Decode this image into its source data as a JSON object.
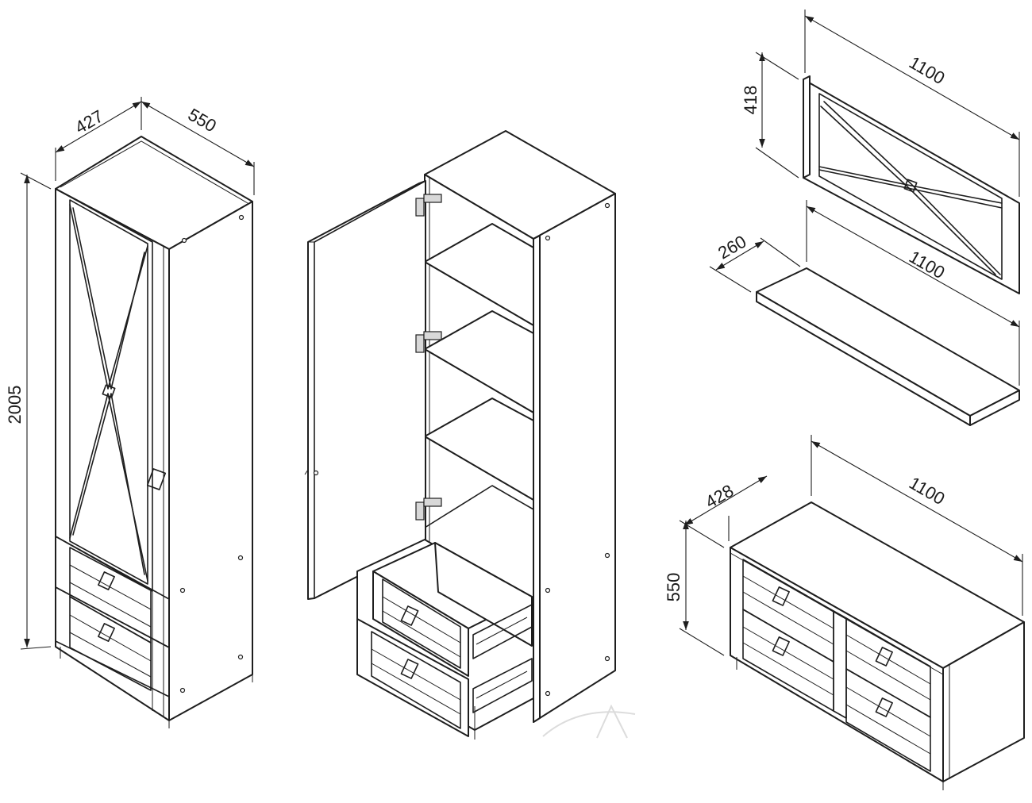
{
  "dimensions": {
    "tall_cabinet": {
      "depth": "427",
      "width": "550",
      "height": "2005"
    },
    "wall_panel": {
      "height": "418",
      "width": "1100"
    },
    "wall_shelf": {
      "depth": "260",
      "width": "1100"
    },
    "chest": {
      "depth": "428",
      "width": "1100",
      "height": "550"
    }
  }
}
